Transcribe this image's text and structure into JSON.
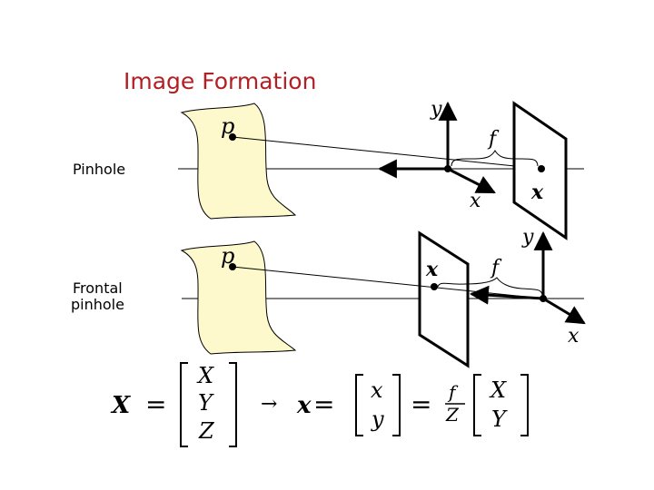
{
  "title": "Image Formation",
  "colors": {
    "title": "#b21f24",
    "surface_fill": "#fdf9cc",
    "ink": "#000000"
  },
  "labels": {
    "pinhole": "Pinhole",
    "frontal_line1": "Frontal",
    "frontal_line2": "pinhole"
  },
  "top_diagram": {
    "point": "p",
    "y_axis": "y",
    "x_axis": "x",
    "focal": "f",
    "image_point": "x"
  },
  "bottom_diagram": {
    "point": "p",
    "y_axis": "y",
    "x_axis": "x",
    "focal": "f",
    "image_point": "x"
  },
  "equation": {
    "lhs": "X",
    "equals": "=",
    "world_vector": [
      "X",
      "Y",
      "Z"
    ],
    "arrow": "→",
    "image_symbol": "x",
    "image_vector": [
      "x",
      "y"
    ],
    "frac_num": "f",
    "frac_den": "Z",
    "proj_vector": [
      "X",
      "Y"
    ]
  }
}
